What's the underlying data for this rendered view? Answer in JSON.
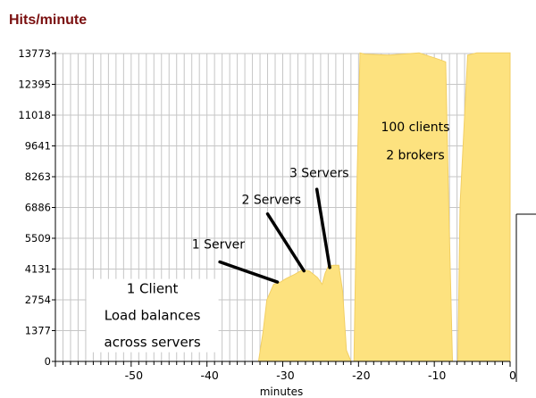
{
  "colors": {
    "area": "#fde27f",
    "area_stroke": "#f2cf63",
    "grid": "#c6c6c6",
    "title": "#7a0f0f",
    "axis": "#000000"
  },
  "chart_data": {
    "type": "area",
    "title": "Hits/minute",
    "xlabel": "minutes",
    "ylabel": "",
    "xlim": [
      -60,
      0
    ],
    "ylim": [
      0,
      13773
    ],
    "grid": true,
    "x_ticks": [
      -50,
      -40,
      -30,
      -20,
      -10,
      0
    ],
    "x_tick_labels": [
      "-50",
      "-40",
      "-30",
      "-20",
      "-10",
      "0"
    ],
    "y_ticks": [
      0,
      1377,
      2754,
      4131,
      5509,
      6886,
      8263,
      9641,
      11018,
      12395,
      13773
    ],
    "y_tick_labels": [
      "0",
      "1377",
      "2754",
      "4131",
      "5509",
      "6886",
      "8263",
      "9641",
      "11018",
      "12395",
      "13773"
    ],
    "series": [
      {
        "x": [
          -60,
          -33.2,
          -32.6,
          -32.1,
          -31.2,
          -30.3,
          -29.6,
          -28.4,
          -27.4,
          -26.5,
          -25.4,
          -24.8,
          -24.4,
          -24.0,
          -23.3,
          -22.6,
          -22.1,
          -21.6,
          -21.0,
          -20.6,
          -20.2,
          -19.8,
          -19.2,
          -16,
          -12,
          -9.3,
          -8.5,
          -8.1,
          -7.6,
          -6.9,
          -6.6,
          -5.6,
          -4.4,
          -0.4,
          0
        ],
        "y": [
          0,
          0,
          1300,
          2750,
          3450,
          3550,
          3700,
          3900,
          4100,
          4050,
          3750,
          3450,
          3950,
          4250,
          4300,
          4300,
          3150,
          500,
          0,
          0,
          8000,
          13800,
          13750,
          13700,
          13800,
          13500,
          13400,
          7000,
          0,
          0,
          7000,
          13700,
          13800,
          13800,
          13800
        ]
      }
    ],
    "annotations": [
      {
        "text": "100 clients",
        "x": -12.5,
        "y": 10300
      },
      {
        "text": "2 brokers",
        "x": -12.5,
        "y": 9050
      },
      {
        "text": "3 Servers",
        "x": -25.2,
        "y": 8250,
        "arrow_to": [
          -23.8,
          4200
        ],
        "arrow_from": [
          -25.5,
          7700
        ]
      },
      {
        "text": "2 Servers",
        "x": -31.5,
        "y": 7050,
        "arrow_to": [
          -27.2,
          4050
        ],
        "arrow_from": [
          -32.0,
          6600
        ]
      },
      {
        "text": "1 Server",
        "x": -38.5,
        "y": 5050,
        "arrow_to": [
          -30.7,
          3550
        ],
        "arrow_from": [
          -38.3,
          4450
        ]
      },
      {
        "text": "1 Client",
        "x": -47.2,
        "y": 3050,
        "boxed": true
      },
      {
        "text": "Load balances",
        "x": -47.2,
        "y": 1850,
        "boxed": true
      },
      {
        "text": "across servers",
        "x": -47.2,
        "y": 650,
        "boxed": true
      }
    ]
  }
}
